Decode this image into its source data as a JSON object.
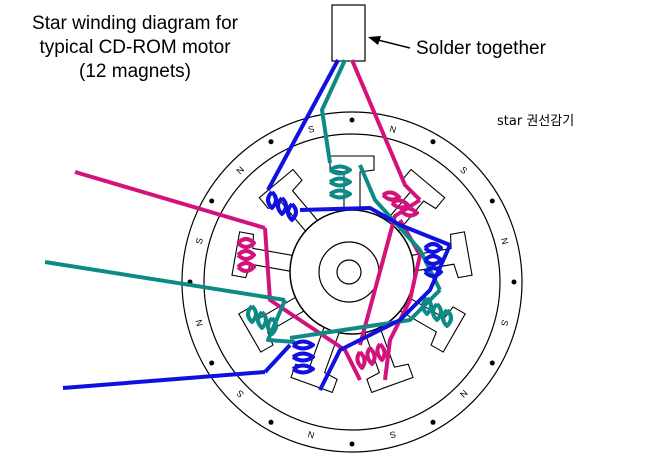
{
  "title": {
    "lines": [
      "Star winding diagram for",
      "typical CD-ROM motor",
      "(12 magnets)"
    ]
  },
  "labels": {
    "solder": "Solder together",
    "note": "star 권선감기"
  },
  "magnets": {
    "poles": [
      "N",
      "S",
      "N",
      "S",
      "N",
      "S",
      "N",
      "S",
      "N",
      "S",
      "N",
      "S"
    ]
  },
  "phases": [
    {
      "name": "blue",
      "color": "#1010e0"
    },
    {
      "name": "teal",
      "color": "#0e8a86"
    },
    {
      "name": "magenta",
      "color": "#d4127c"
    }
  ],
  "colors": {
    "lines": "#000000",
    "background": "#ffffff"
  },
  "icons": [
    "arrow-icon"
  ]
}
